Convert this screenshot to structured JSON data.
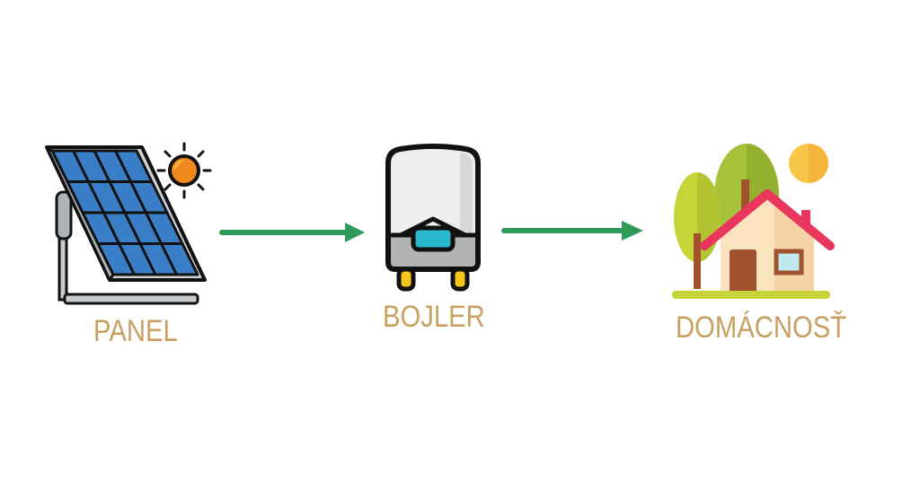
{
  "colors": {
    "label": "#c8a061",
    "arrow": "#2e9a5a",
    "panel_blue": "#3b7ec8",
    "sun": "#f08a1c",
    "roof": "#e8365d",
    "tree_green": "#a6c23a"
  },
  "nodes": [
    {
      "id": "panel",
      "label": "PANEL",
      "icon": "solar-panel-icon"
    },
    {
      "id": "boiler",
      "label": "BOJLER",
      "icon": "water-heater-icon"
    },
    {
      "id": "home",
      "label": "DOMÁCNOSŤ",
      "icon": "house-icon"
    }
  ],
  "edges": [
    {
      "from": "panel",
      "to": "boiler"
    },
    {
      "from": "boiler",
      "to": "home"
    }
  ]
}
